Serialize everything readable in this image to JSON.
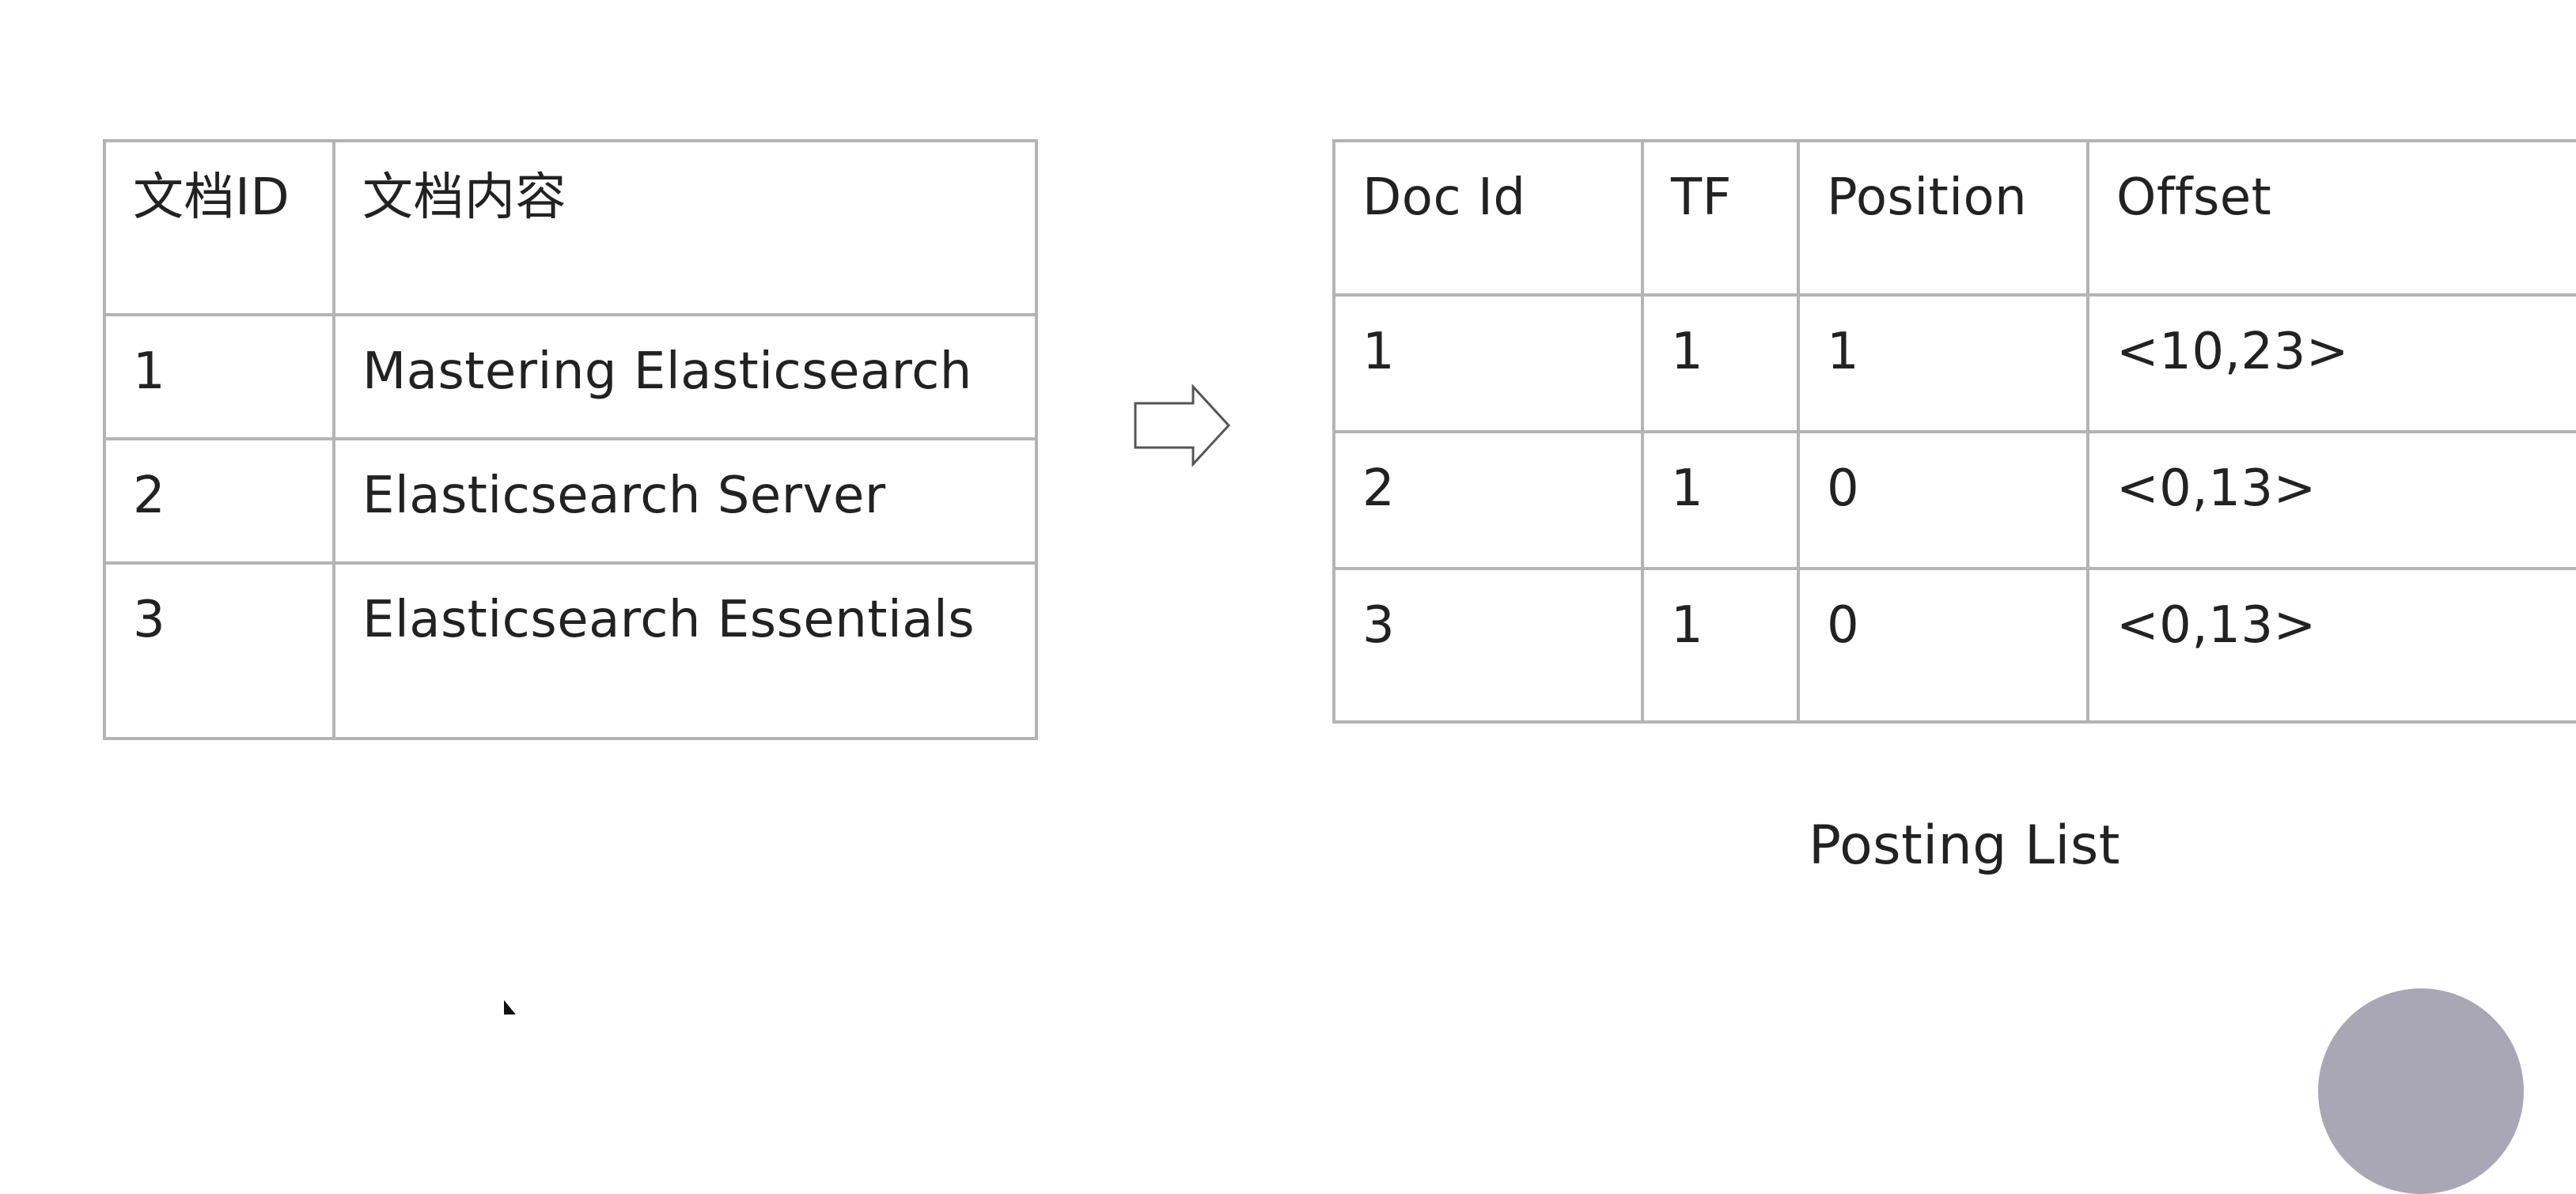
{
  "doc_table": {
    "headers": [
      "文档ID",
      "文档内容"
    ],
    "rows": [
      [
        "1",
        "Mastering Elasticsearch"
      ],
      [
        "2",
        "Elasticsearch Server"
      ],
      [
        "3",
        "Elasticsearch Essentials"
      ]
    ]
  },
  "posting_table": {
    "headers": [
      "Doc Id",
      "TF",
      "Position",
      "Offset"
    ],
    "rows": [
      [
        "1",
        "1",
        "1",
        "<10,23>"
      ],
      [
        "2",
        "1",
        "0",
        "<0,13>"
      ],
      [
        "3",
        "1",
        "0",
        "<0,13>"
      ]
    ]
  },
  "caption": "Posting List",
  "icons": {
    "arrow": "right-arrow-icon",
    "cursor": "mouse-cursor-icon"
  },
  "colors": {
    "border": "#b4b4b4",
    "text": "#222222",
    "corner_circle": "#a9a7b5"
  }
}
